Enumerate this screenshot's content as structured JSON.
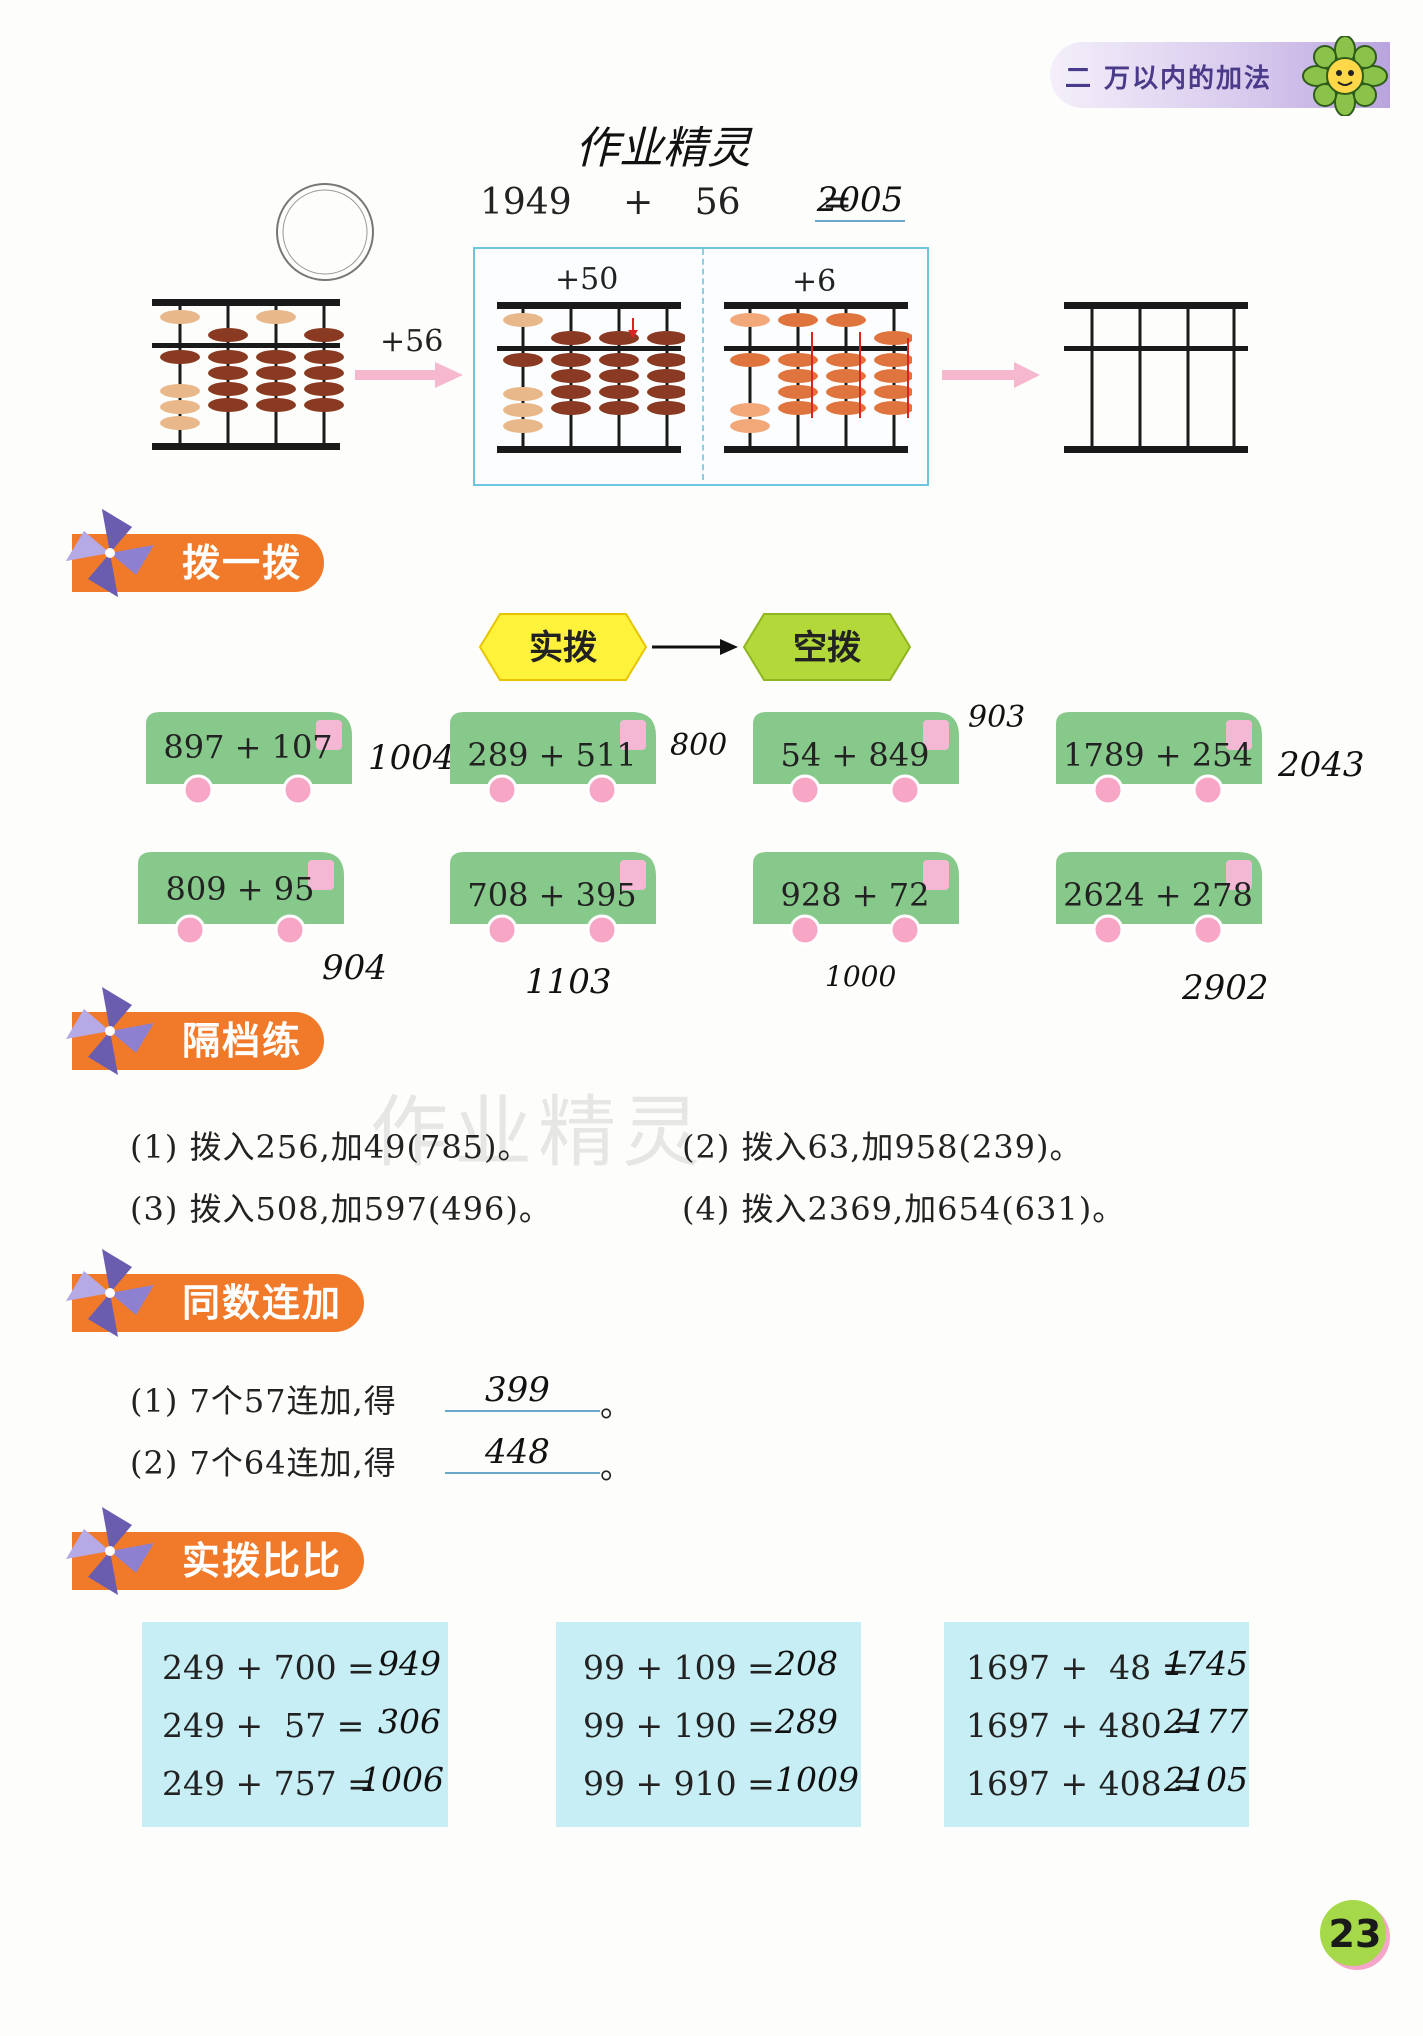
{
  "header": {
    "chapter_label": "二  万以内的加法"
  },
  "watermark": {
    "text": "作业精灵"
  },
  "intro": {
    "handwritten_title": "作业精灵",
    "equation": {
      "left": "1949",
      "plus": "+",
      "right": "56",
      "equals": "=",
      "answer": "2005"
    },
    "abacus_arrow_label": "+56",
    "step1_label": "+50",
    "step2_label": "+6"
  },
  "section1": {
    "title": "拨一拨",
    "flow": {
      "from": "实拨",
      "to": "空拨"
    },
    "buses": [
      {
        "expr": "897 + 107",
        "answer": "1004"
      },
      {
        "expr": "289 + 511",
        "answer": "800"
      },
      {
        "expr": "54 + 849",
        "answer": "903"
      },
      {
        "expr": "1789 + 254",
        "answer": "2043"
      },
      {
        "expr": "809 + 95",
        "answer": "904"
      },
      {
        "expr": "708 + 395",
        "answer": "1103"
      },
      {
        "expr": "928 + 72",
        "answer": "1000"
      },
      {
        "expr": "2624 + 278",
        "answer": "2902"
      }
    ]
  },
  "section2": {
    "title": "隔档练",
    "items": [
      "(1) 拨入256,加49(785)。",
      "(2) 拨入63,加958(239)。",
      "(3) 拨入508,加597(496)。",
      "(4) 拨入2369,加654(631)。"
    ]
  },
  "section3": {
    "title": "同数连加",
    "items": [
      {
        "prefix": "(1) 7个57连加,得",
        "answer": "399",
        "suffix": "。"
      },
      {
        "prefix": "(2) 7个64连加,得",
        "answer": "448",
        "suffix": "。"
      }
    ]
  },
  "section4": {
    "title": "实拨比比",
    "groups": [
      [
        {
          "expr": "249 + 700 =",
          "answer": "949"
        },
        {
          "expr": "249 +  57 =",
          "answer": "306"
        },
        {
          "expr": "249 + 757 =",
          "answer": "1006"
        }
      ],
      [
        {
          "expr": "99 + 109 =",
          "answer": "208"
        },
        {
          "expr": "99 + 190 =",
          "answer": "289"
        },
        {
          "expr": "99 + 910 =",
          "answer": "1009"
        }
      ],
      [
        {
          "expr": "1697 +  48 =",
          "answer": "1745"
        },
        {
          "expr": "1697 + 480 =",
          "answer": "2177"
        },
        {
          "expr": "1697 + 408 =",
          "answer": "2105"
        }
      ]
    ]
  },
  "page_number": "23",
  "colors": {
    "accent_orange": "#f07a2a",
    "bus_green": "#86c98a",
    "box_blue": "#c6eef4",
    "pink_arrow": "#f6b8cf"
  }
}
